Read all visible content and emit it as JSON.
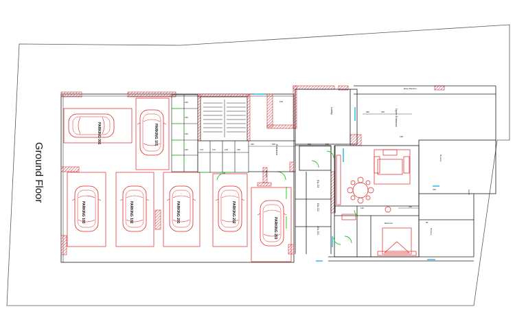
{
  "title": "Ground Floor",
  "parking_labels": [
    "PARKING 001",
    "PARKING 101",
    "PARKING 103",
    "PARKING 102",
    "PARKING 201",
    "PARKING 202",
    "PARKING 203"
  ],
  "room_labels": {
    "entrance": "Entrance",
    "lobby": "Lobby",
    "open_entrance": "Open Entrance",
    "fire_exit": "fire exit",
    "eave": "Eave Planters",
    "ea1": "EA.G1",
    "ea2": "EA.G2",
    "ea3": "EA.G3",
    "nursery1": "Nursery",
    "nursery2": "Nursery",
    "porch": "Porch",
    "bed": "Bedroom"
  },
  "dimensions": {
    "d425": "425",
    "d390": "390",
    "d330": "330",
    "d310": "310",
    "d180": "180",
    "d160": "160",
    "d195": "195",
    "d340": "340",
    "d95": "95",
    "d130": "130",
    "d135": "135",
    "d115": "115"
  },
  "colors": {
    "wall": "#1a1a1a",
    "furniture": "#e02020",
    "door": "#1ec21e",
    "window": "#19b6e6",
    "hatch": "#c8323c"
  }
}
